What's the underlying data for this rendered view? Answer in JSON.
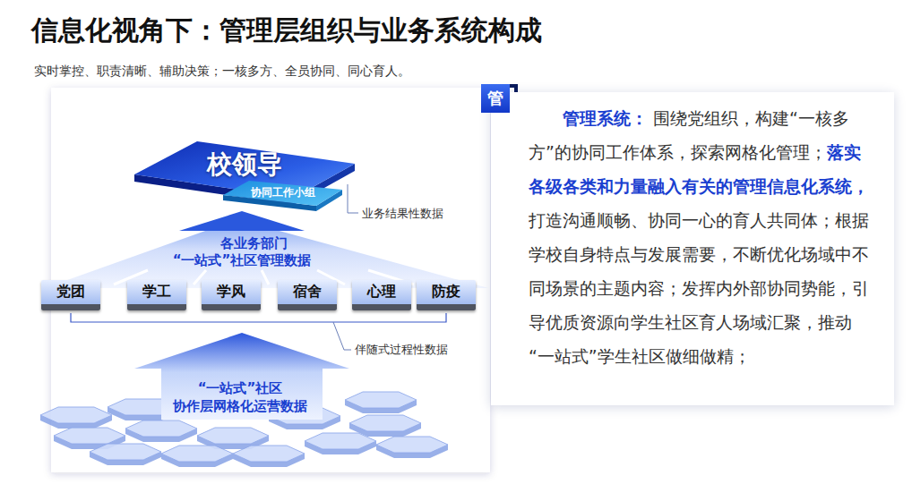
{
  "diagram": {
    "title": "信息化视角下：管理层组织与业务系统构成",
    "nodes": [
      {
        "text": [
          "校领导"
        ]
      },
      {
        "text": [
          "协同工作小组"
        ]
      },
      {
        "text": [
          "党团"
        ]
      },
      {
        "text": [
          "学工"
        ]
      },
      {
        "text": [
          "学风"
        ]
      },
      {
        "text": [
          "宿舍"
        ]
      },
      {
        "text": [
          "心理"
        ]
      },
      {
        "text": [
          "防疫"
        ]
      },
      {
        "text": [
          "管"
        ]
      },
      {
        "text": [
          "管理系统：",
          "围绕党组织，构建“一核多方”的协同工作体系，探索网格化管理；",
          "落实各级各类和力量融入有关的管理信息化系统，",
          "打造沟通顺畅、协同一心的育人共同体；根据学校自身特点与发展需要，不断优化场域中不同场景的主题内容；发挥内外部协同势能，引导优质资源向学生社区育人场域汇聚，推动“一站式”学生社区做细做精；"
        ]
      }
    ],
    "labels": [
      "实时掌控、职责清晰、辅助决策；一核多方、全员协同、同心育人。",
      "业务结果性数据",
      "各业务部门",
      "“一站式”社区管理数据",
      "伴随式过程性数据",
      "“一站式”社区",
      "协作层网格化运营数据"
    ]
  }
}
